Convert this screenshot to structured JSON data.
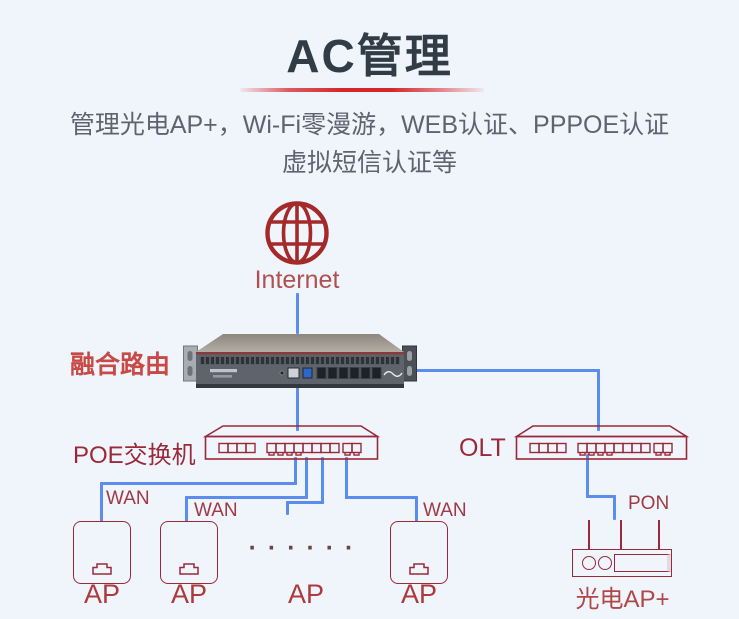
{
  "header": {
    "title": "AC管理",
    "subtitle_line1": "管理光电AP+，Wi-Fi零漫游，WEB认证、PPPOE认证",
    "subtitle_line2": "虚拟短信认证等"
  },
  "colors": {
    "background": "#f0f4fb",
    "title_text": "#323c47",
    "accent_red": "#d5262b",
    "subtitle_gray": "#5d6470",
    "device_outline_maroon": "#9a2a3a",
    "cable_blue": "#5b8cee",
    "router_label_red": "#c84a46",
    "globe_red": "#a42a2a"
  },
  "diagram": {
    "internet": {
      "label": "Internet",
      "icon": "globe-icon"
    },
    "router": {
      "label": "融合路由"
    },
    "poe_switch": {
      "label": "POE交换机"
    },
    "olt": {
      "label": "OLT"
    },
    "wan_label": "WAN",
    "pon_label": "PON",
    "aps": [
      {
        "label": "AP"
      },
      {
        "label": "AP"
      },
      {
        "label": "AP"
      },
      {
        "label": "AP"
      }
    ],
    "ellipsis": "· · ·  · · ·",
    "optical_ap": {
      "label": "光电AP+"
    }
  }
}
